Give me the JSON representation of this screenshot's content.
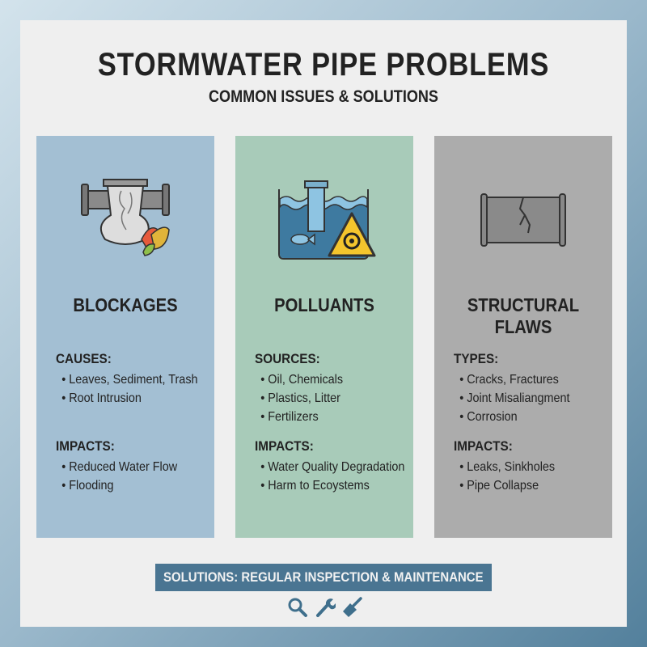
{
  "title": "STORMWATER PIPE PROBLEMS",
  "subtitle": "COMMON ISSUES & SOLUTIONS",
  "columns": [
    {
      "heading": "BLOCKAGES",
      "icon": "clogged-pipe-icon",
      "color": "#a3bfd3",
      "sections": [
        {
          "label": "CAUSES:",
          "items": [
            "Leaves, Sediment, Trash",
            "Root Intrusion"
          ]
        },
        {
          "label": "IMPACTS:",
          "items": [
            "Reduced Water Flow",
            "Flooding"
          ]
        }
      ]
    },
    {
      "heading": "POLLUANTS",
      "icon": "polluted-water-biohazard-icon",
      "color": "#a8cbb9",
      "sections": [
        {
          "label": "SOURCES:",
          "items": [
            "Oil, Chemicals",
            "Plastics, Litter",
            "Fertilizers"
          ]
        },
        {
          "label": "IMPACTS:",
          "items": [
            "Water Quality Degradation",
            "Harm to Ecoystems"
          ]
        }
      ]
    },
    {
      "heading": "STRUCTURAL FLAWS",
      "icon": "cracked-pipe-icon",
      "color": "#acacac",
      "sections": [
        {
          "label": "TYPES:",
          "items": [
            "Cracks, Fractures",
            "Joint Misaliangment",
            "Corrosion"
          ]
        },
        {
          "label": "IMPACTS:",
          "items": [
            "Leaks, Sinkholes",
            "Pipe Collapse"
          ]
        }
      ]
    }
  ],
  "solutions": {
    "label": "SOLUTIONS: REGULAR INSPECTION & MAINTENANCE",
    "color": "#4a7592",
    "icons": [
      "magnifier-icon",
      "wrench-icon",
      "brush-icon"
    ]
  }
}
